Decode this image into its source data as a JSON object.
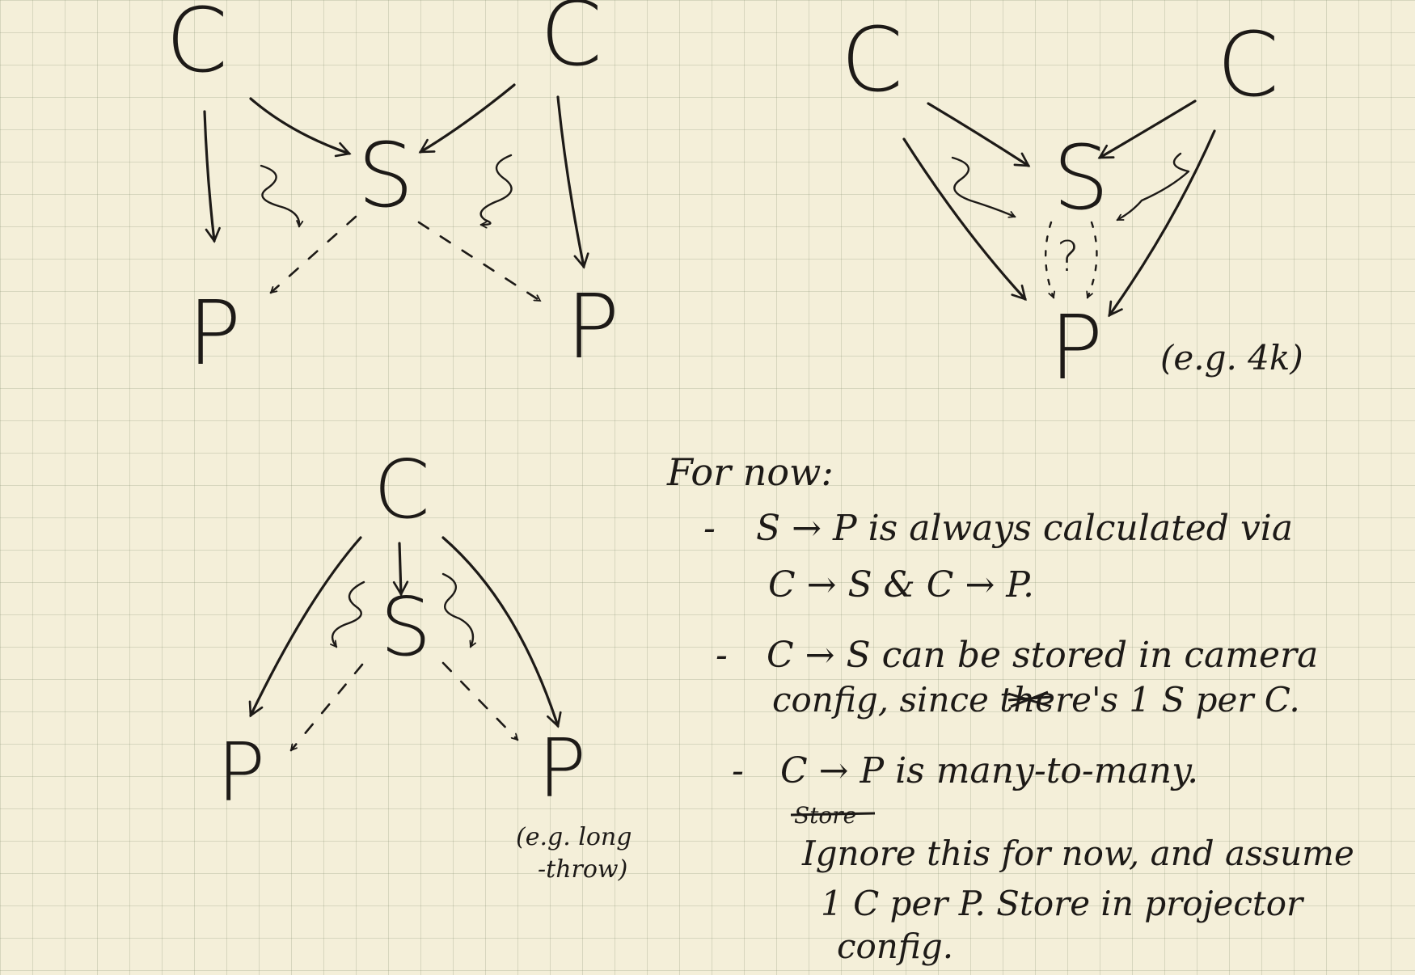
{
  "diagram1": {
    "c_left": "C",
    "c_right": "C",
    "s": "S",
    "p_left": "P",
    "p_right": "P"
  },
  "diagram2": {
    "c_left": "C",
    "c_right": "C",
    "s": "S",
    "question": "?",
    "p": "P",
    "note": "(e.g. 4k)"
  },
  "diagram3": {
    "c": "C",
    "s": "S",
    "p_left": "P",
    "p_right": "P",
    "note_line1": "(e.g. long",
    "note_line2": "-throw)"
  },
  "notes": {
    "heading": "For now:",
    "bullet1_line1": "S → P  is  always  calculated  via",
    "bullet1_line2": "C → S  &  C → P.",
    "bullet2_line1": "C → S  can  be  stored  in  camera",
    "bullet2_line2": "config,  since  there's  1  S  per  C.",
    "bullet3_line1": "C → P  is  many-to-many.",
    "struck_word": "Store",
    "bullet3_line2": "Ignore  this  for  now,  and  assume",
    "bullet3_line3": "1  C  per  P.  Store  in  projector",
    "bullet3_line4": "config."
  }
}
